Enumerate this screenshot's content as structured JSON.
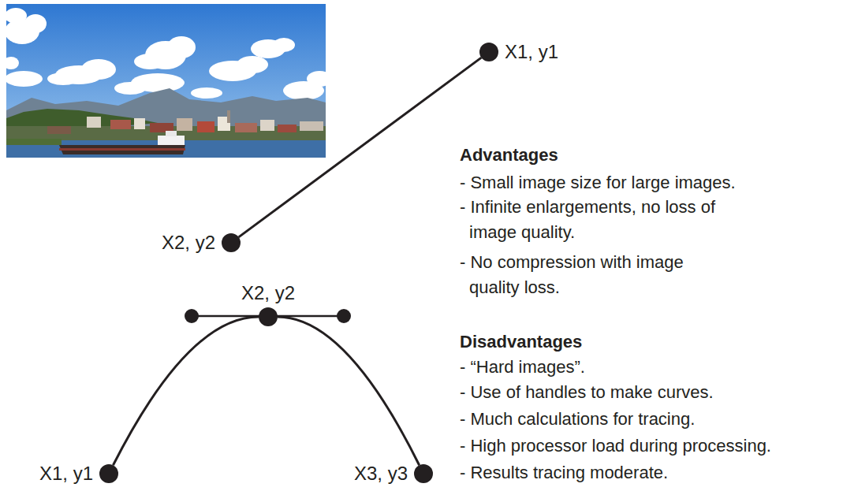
{
  "diagram": {
    "nodes": [
      {
        "text": [
          "X1, y1"
        ]
      },
      {
        "text": [
          "X2, y2"
        ]
      },
      {
        "text": [
          "X2, y2"
        ]
      },
      {
        "text": [
          "X1, y1"
        ]
      },
      {
        "text": [
          "X3, y3"
        ]
      }
    ],
    "edges": [
      {
        "from": 0,
        "to": 1,
        "arrow": "none"
      },
      {
        "from": 3,
        "to": 2,
        "arrow": "none"
      },
      {
        "from": 2,
        "to": 4,
        "arrow": "none"
      }
    ],
    "labels": [
      "Advantages",
      "- Small image size for large images.",
      "- Infinite enlargements, no loss of image quality.",
      "- No compression with image quality loss.",
      "Disadvantages",
      "- “Hard images”.",
      "- Use of handles to make curves.",
      "- Much calculations for tracing.",
      "- High processor load during processing.",
      "- Results tracing moderate."
    ]
  }
}
